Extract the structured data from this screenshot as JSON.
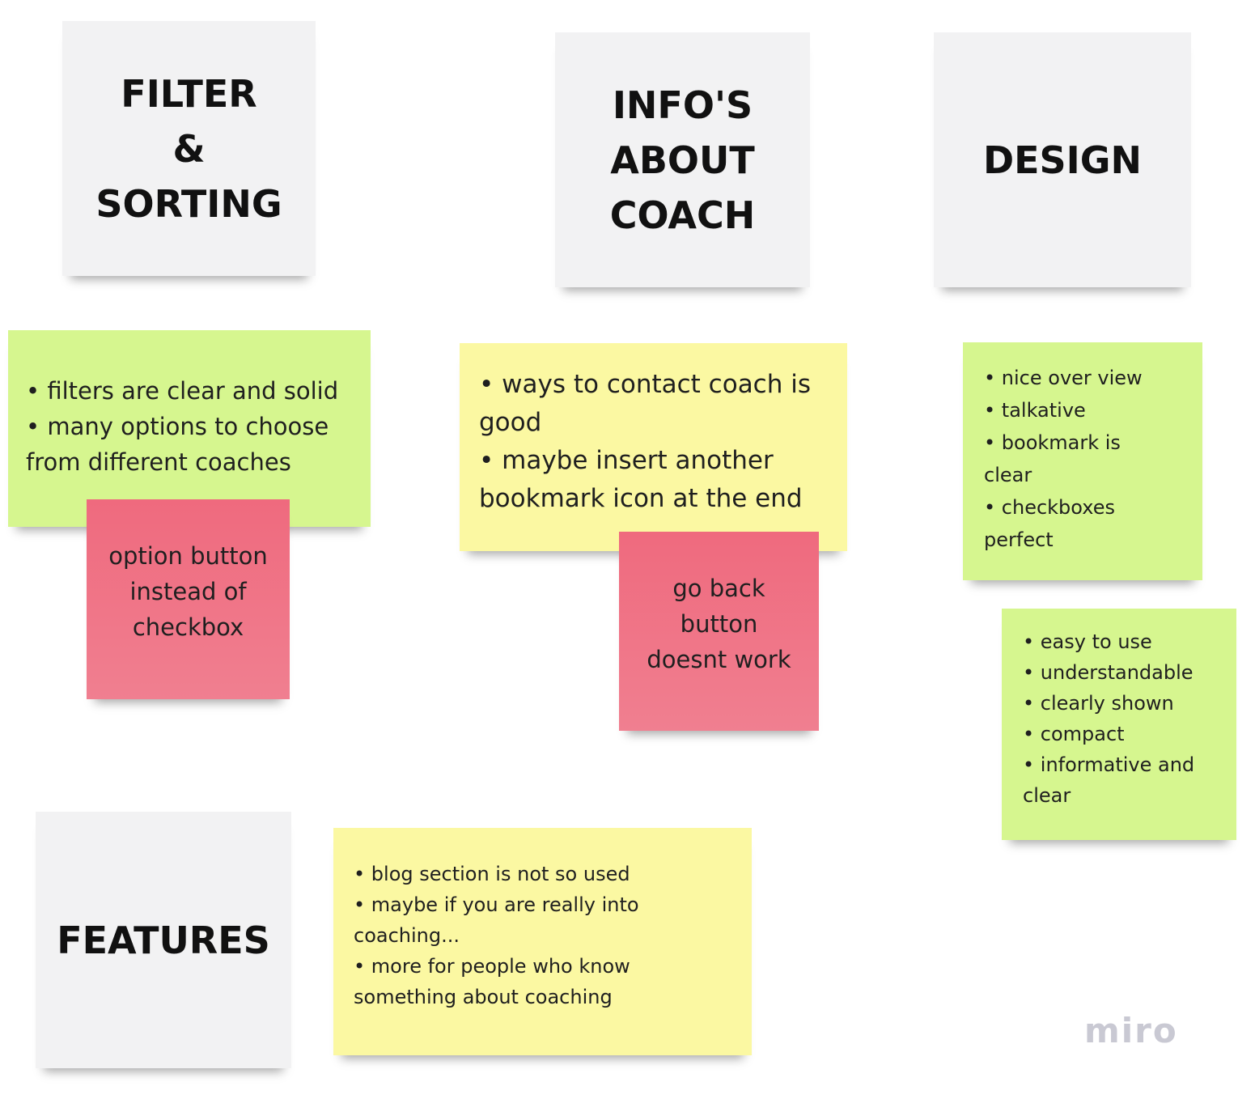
{
  "headers": {
    "filter": [
      "FILTER",
      "&",
      "SORTING"
    ],
    "info": [
      "INFO'S",
      "ABOUT",
      "COACH"
    ],
    "design": [
      "DESIGN"
    ],
    "features": [
      "FEATURES"
    ]
  },
  "notes": {
    "filter_green": [
      "• filters are clear and solid",
      "• many options to choose",
      "from different coaches"
    ],
    "filter_red": [
      "option button",
      "instead of",
      "checkbox"
    ],
    "info_yellow": [
      "• ways to contact coach is",
      "good",
      "• maybe insert another",
      "bookmark icon at the end"
    ],
    "info_red": [
      "go back",
      "button",
      "doesnt work"
    ],
    "design_green_1": [
      "• nice over view",
      "• talkative",
      "• bookmark is",
      "clear",
      "• checkboxes",
      "perfect"
    ],
    "design_green_2": [
      "• easy to use",
      "• understandable",
      "• clearly shown",
      "• compact",
      "• informative and",
      "clear"
    ],
    "features_yellow": [
      "• blog section is not so used",
      "• maybe if you are really into",
      "coaching...",
      "• more for people who know",
      "something about coaching"
    ]
  },
  "branding": {
    "logo_text": "miro"
  },
  "colors": {
    "header_note": "#f2f2f3",
    "green_note": "#d6f68f",
    "yellow_note": "#fbf8a2",
    "red_note": "#ef6a7e"
  }
}
